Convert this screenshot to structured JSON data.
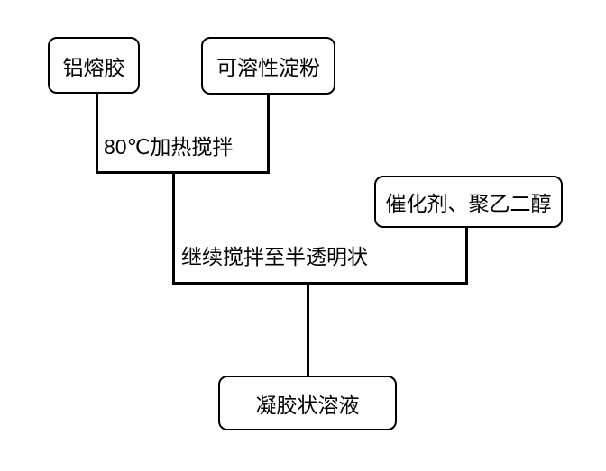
{
  "diagram": {
    "type": "flowchart",
    "colors": {
      "background": "#ffffff",
      "line": "#000000",
      "text": "#000000"
    },
    "nodes": {
      "aluminum_sol": {
        "label": "铝熔胶"
      },
      "soluble_starch": {
        "label": "可溶性淀粉"
      },
      "catalyst_peg": {
        "label": "催化剂、聚乙二醇"
      },
      "gel_solution": {
        "label": "凝胶状溶液"
      }
    },
    "edge_labels": {
      "heat_stir": {
        "text": "80℃加热搅拌"
      },
      "continue_stir": {
        "text": "继续搅拌至半透明状"
      }
    }
  }
}
